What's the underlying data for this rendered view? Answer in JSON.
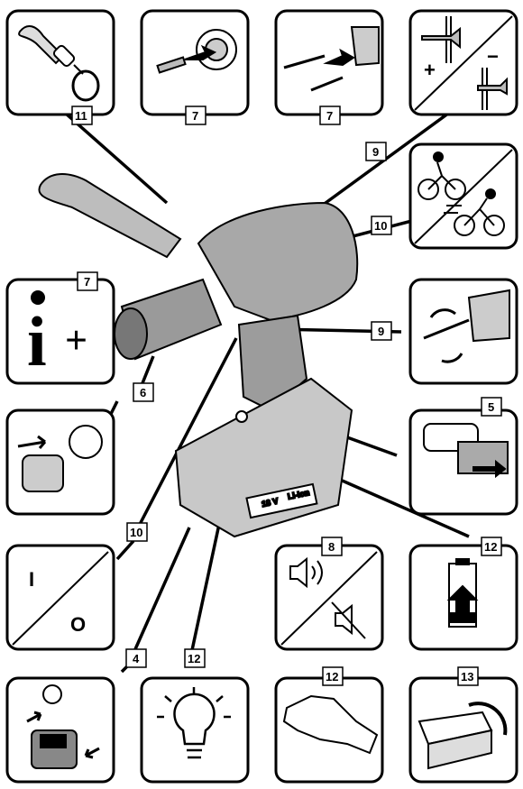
{
  "callouts": {
    "side_handle": "11",
    "bit_insert": "7",
    "drill_insert": "7",
    "torque": "9",
    "gear_select": "10",
    "info": "7",
    "chuck_release": "6",
    "rotation": "9",
    "battery_release": "5",
    "on_off": "10",
    "sound": "8",
    "battery_charge": "12",
    "battery_insert": "4",
    "light": "12",
    "glove": "12",
    "carry_case": "13"
  },
  "symbols": {
    "plus": "+",
    "minus": "−",
    "info_i": "i",
    "info_plus": "+",
    "on": "I",
    "off": "O"
  },
  "tool_markings": {
    "voltage": "18 V",
    "chemistry": "Li-Ion"
  }
}
